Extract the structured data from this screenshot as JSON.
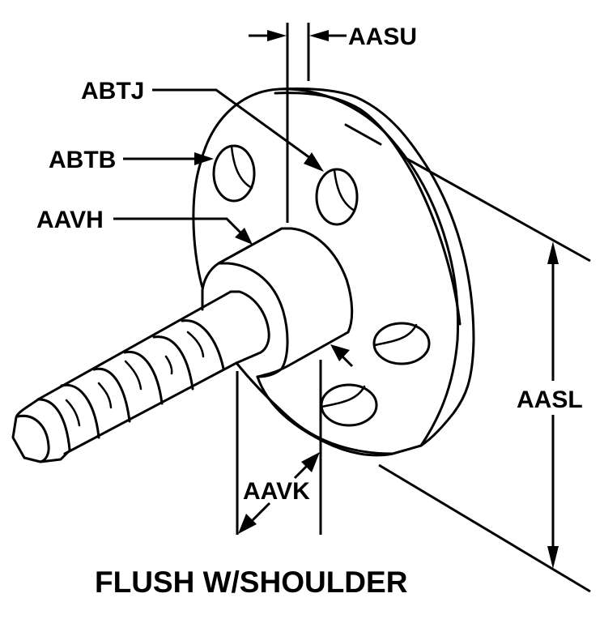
{
  "diagram": {
    "caption": "FLUSH W/SHOULDER",
    "part": "flanged stud with shoulder and threaded shank",
    "labels": {
      "aasu": "AASU",
      "abtj": "ABTJ",
      "abtb": "ABTB",
      "aavh": "AAVH",
      "aavk": "AAVK",
      "aasl": "AASL"
    },
    "colors": {
      "line": "#000000",
      "background": "#ffffff"
    }
  }
}
